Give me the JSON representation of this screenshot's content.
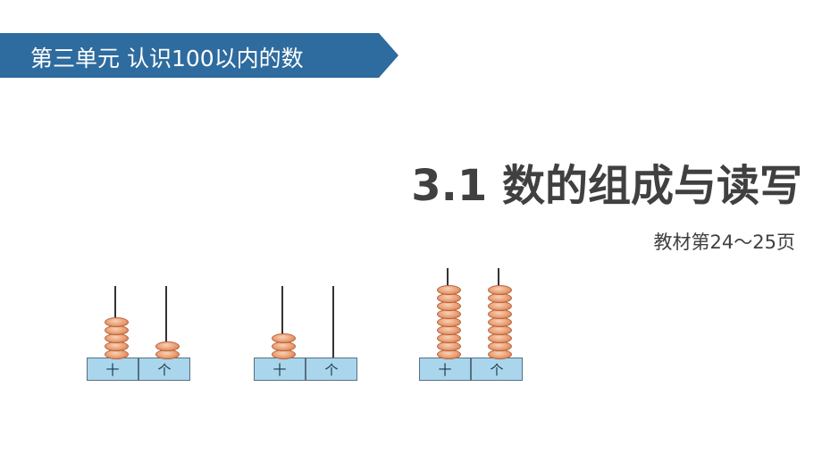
{
  "banner": {
    "text": "第三单元  认识100以内的数",
    "color": "#2e6b9e"
  },
  "title": "3.1 数的组成与读写",
  "subtitle": "教材第24～25页",
  "abacuses": [
    {
      "tens_label": "十",
      "ones_label": "个",
      "tens_beads": 5,
      "ones_beads": 2
    },
    {
      "tens_label": "十",
      "ones_label": "个",
      "tens_beads": 3,
      "ones_beads": 0
    },
    {
      "tens_label": "十",
      "ones_label": "个",
      "tens_beads": 9,
      "ones_beads": 9
    }
  ]
}
